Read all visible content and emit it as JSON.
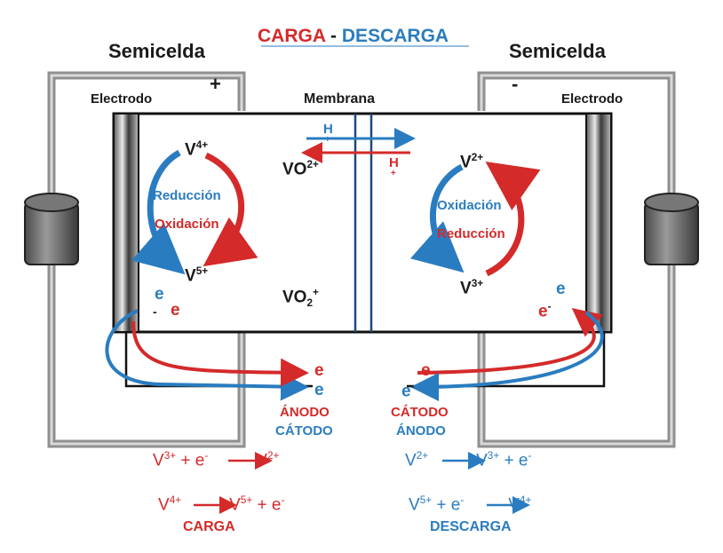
{
  "colors": {
    "red": "#d42a2a",
    "blue": "#2a7cc0",
    "dark": "#1a1a1a"
  },
  "title": {
    "carga": "CARGA",
    "sep": " - ",
    "descarga": "DESCARGA"
  },
  "labels": {
    "semicelda_left": "Semicelda",
    "semicelda_right": "Semicelda",
    "electrodo_left": "Electrodo",
    "electrodo_right": "Electrodo",
    "membrana": "Membrana",
    "plus": "+",
    "minus": "-"
  },
  "left_cell": {
    "v4": {
      "base": "V",
      "sup": "4+"
    },
    "v5": {
      "base": "V",
      "sup": "5+"
    },
    "reduccion": "Reducción",
    "oxidacion": "Oxidación",
    "vo2plus": {
      "base": "VO",
      "sup": "2+"
    },
    "vo2": {
      "base": "VO",
      "sub": "2",
      "sup": "+"
    }
  },
  "right_cell": {
    "v2": {
      "base": "V",
      "sup": "2+"
    },
    "v3": {
      "base": "V",
      "sup": "3+"
    },
    "oxidacion": "Oxidación",
    "reduccion": "Reducción"
  },
  "membrane": {
    "h_top": "H",
    "h_bottom": "H",
    "plus": "+"
  },
  "electrons": {
    "e": "e",
    "e_minus": "-",
    "anodo": "ÁNODO",
    "catodo_left": "CÁTODO",
    "catodo_right": "CÁTODO",
    "anodo_right": "ÁNODO"
  },
  "equations": {
    "left_1": {
      "a": "V",
      "a_sup": "3+",
      "mid": " + e",
      "mid_sup": "-",
      "b": "V",
      "b_sup": "2+"
    },
    "left_2": {
      "a": "V",
      "a_sup": "4+",
      "b": "V",
      "b_sup": "5+",
      "tail": " + e",
      "tail_sup": "-"
    },
    "right_1": {
      "a": "V",
      "a_sup": "2+",
      "b": "V",
      "b_sup": "3+",
      "tail": " + e",
      "tail_sup": "-"
    },
    "right_2": {
      "a": "V",
      "a_sup": "5+",
      "mid": " + e",
      "mid_sup": "-",
      "b": "V",
      "b_sup": "4+"
    },
    "carga": "CARGA",
    "descarga": "DESCARGA"
  }
}
